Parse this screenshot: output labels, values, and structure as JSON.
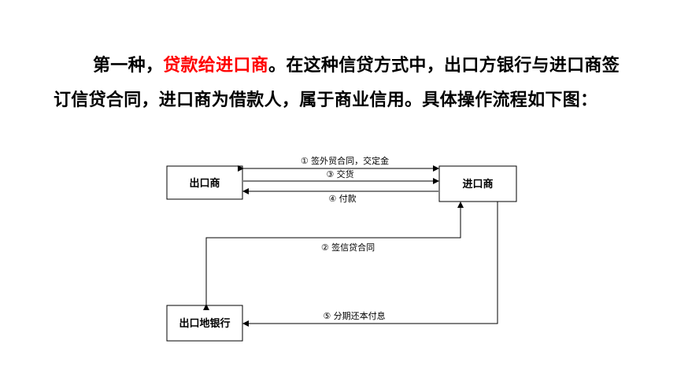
{
  "paragraph": {
    "part1": "第一种，",
    "highlight": "贷款给进口商",
    "part2": "。在这种信贷方式中，出口方银行与进口商签订信贷合同，进口商为借款人，属于商业信用。具体操作流程如下图："
  },
  "diagram": {
    "nodes": {
      "exporter": "出口商",
      "importer": "进口商",
      "bank": "出口地银行"
    },
    "edges": {
      "e1": "① 签外贸合同，交定金",
      "e3": "③ 交货",
      "e4": "④ 付款",
      "e2": "② 签信贷合同",
      "e5": "⑤ 分期还本付息"
    },
    "colors": {
      "highlight": "#ff0000",
      "line": "#000000"
    }
  }
}
